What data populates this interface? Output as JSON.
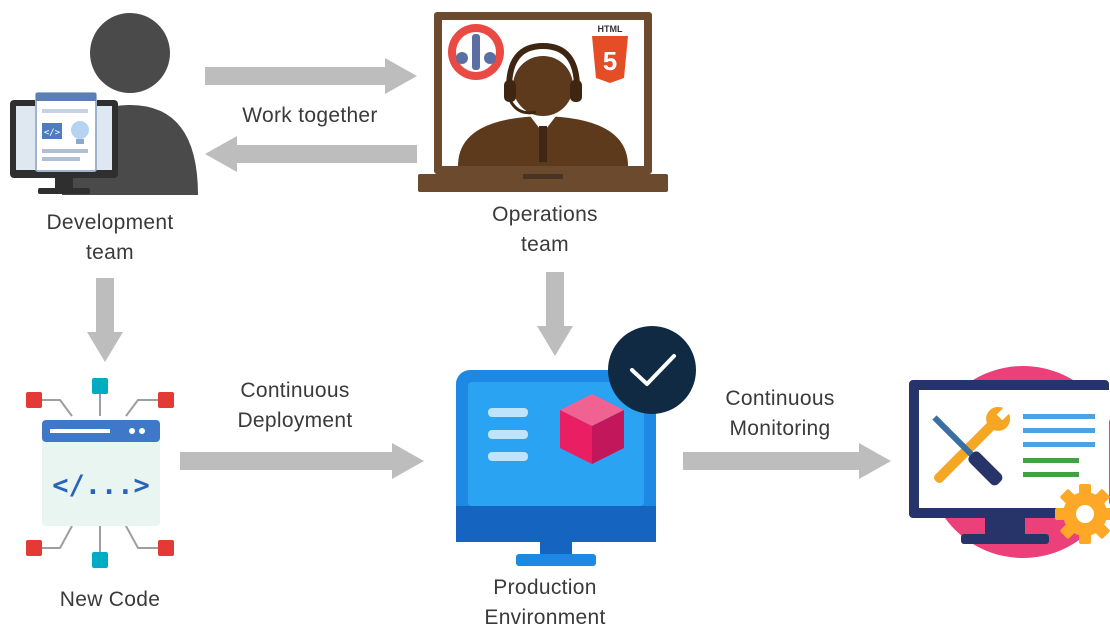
{
  "labels": {
    "development_team": "Development\nteam",
    "operations_team": "Operations\nteam",
    "work_together": "Work together",
    "continuous_deployment": "Continuous\nDeployment",
    "new_code": "New Code",
    "continuous_monitoring": "Continuous\nMonitoring",
    "production_environment": "Production\nEnvironment",
    "html_badge": "HTML",
    "html_version": "5",
    "code_glyph": "</...>"
  },
  "colors": {
    "arrow": "#bdbdbd",
    "person": "#4a4a4a",
    "operator": "#5e3a1d",
    "laptop_frame": "#6b4a2e",
    "html5": "#e44d26",
    "monitor_blue": "#1e88e5",
    "monitor_dark": "#1565c0",
    "check_circle": "#102a43",
    "cube": "#e91e63",
    "maintenance_frame": "#27346a",
    "maintenance_bg": "#ec407a",
    "gear": "#ffa726",
    "code_node_red": "#e53935",
    "code_node_teal": "#00acc1",
    "text": "#3a3a3a"
  }
}
